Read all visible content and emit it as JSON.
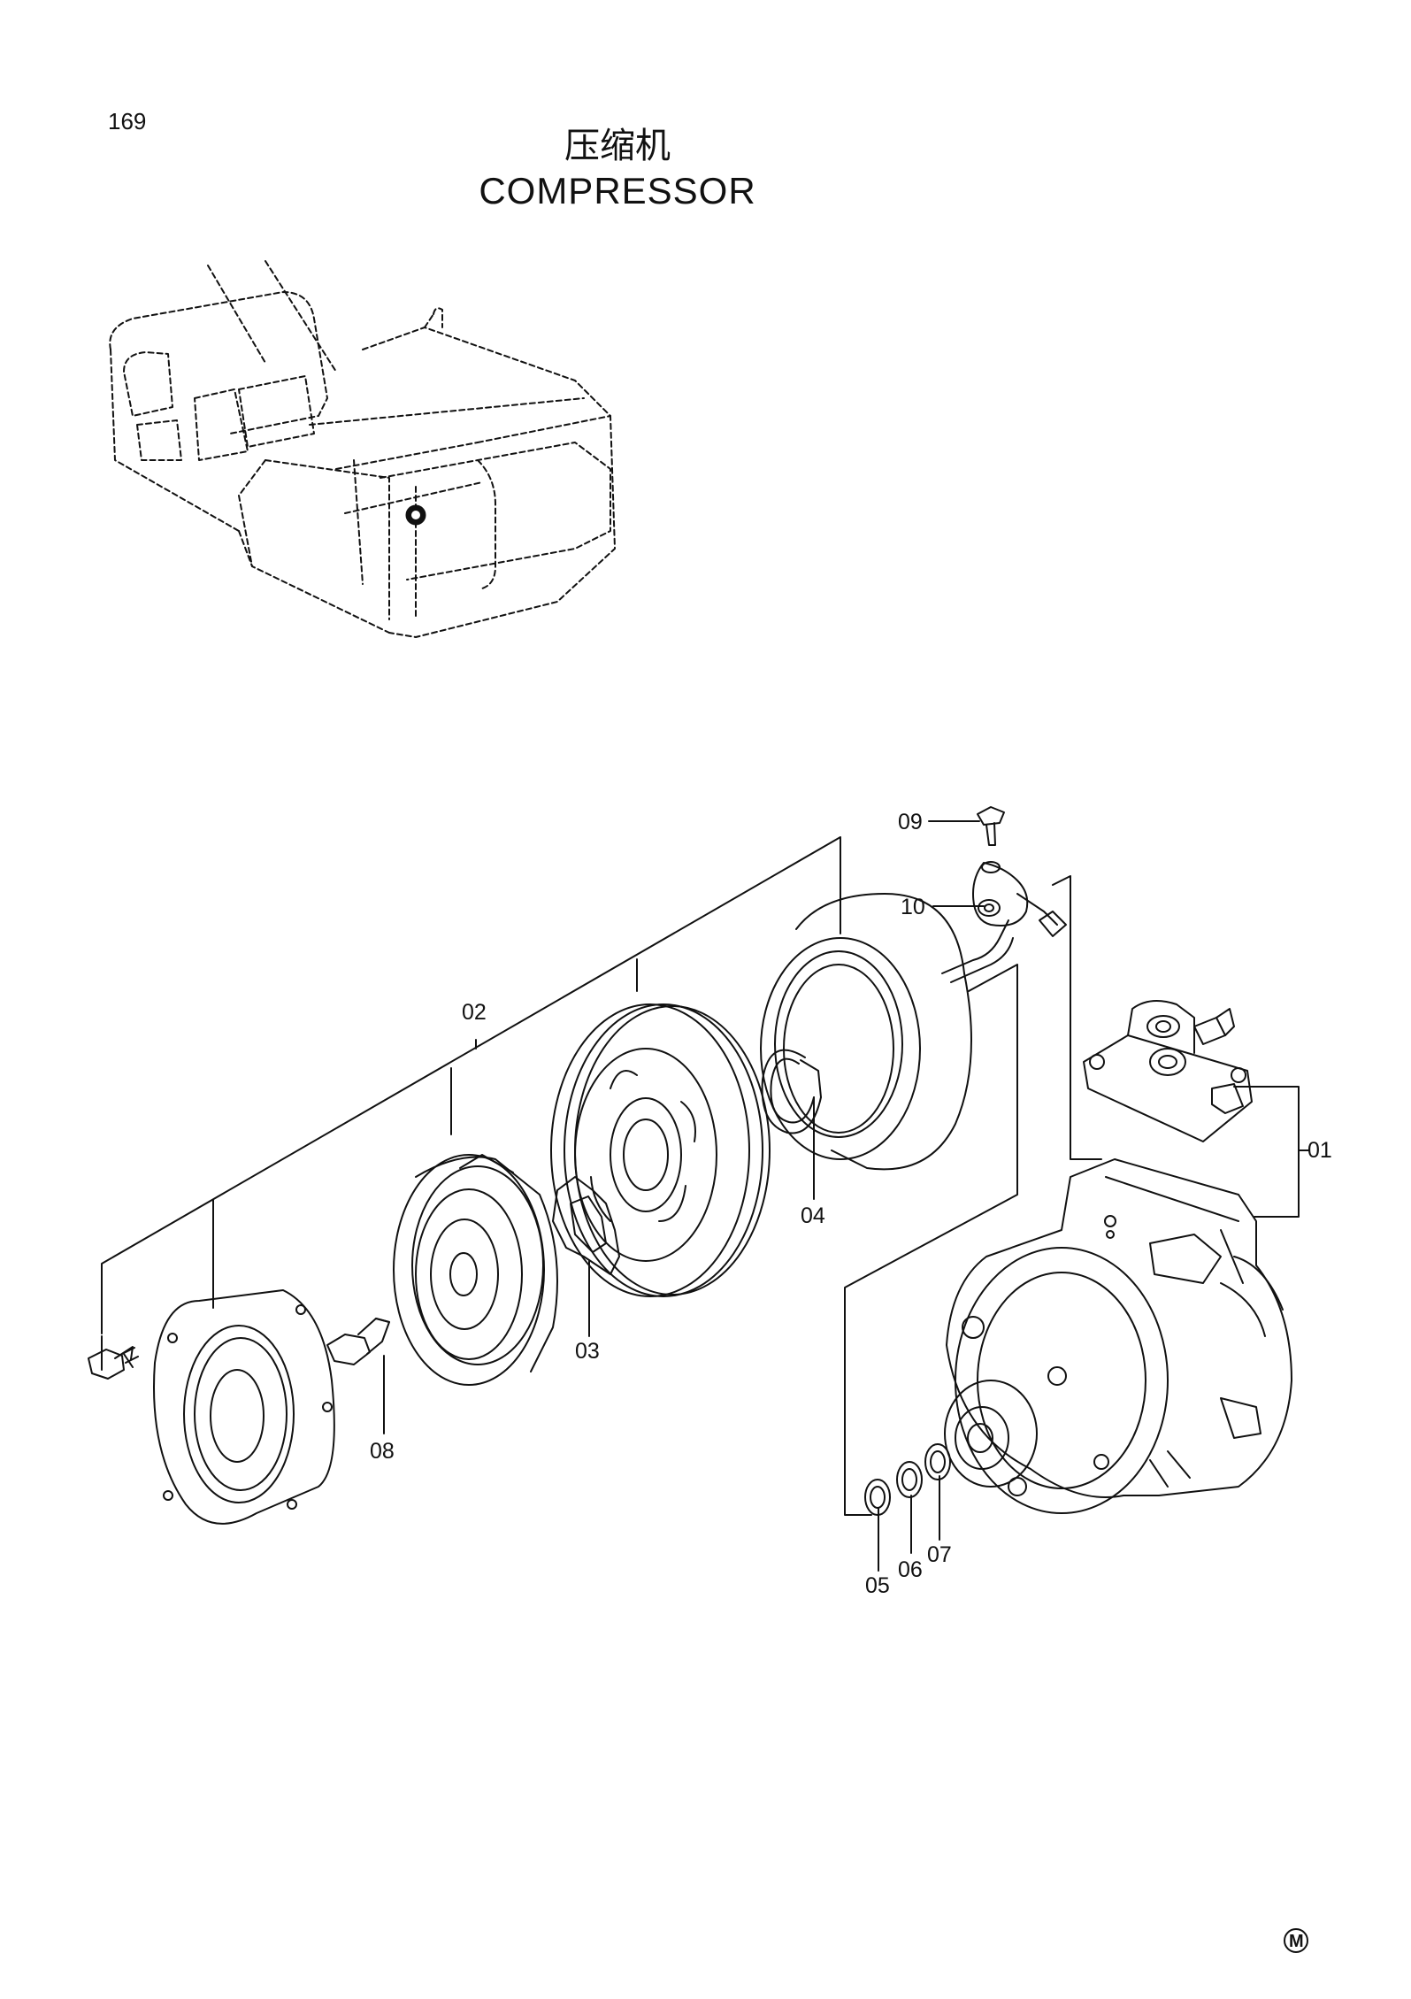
{
  "page": {
    "number": "169"
  },
  "title": {
    "cn": "压缩机",
    "en": "COMPRESSOR"
  },
  "callouts": {
    "p01": "01",
    "p02": "02",
    "p03": "03",
    "p04": "04",
    "p05": "05",
    "p06": "06",
    "p07": "07",
    "p08": "08",
    "p09": "09",
    "p10": "10"
  },
  "corner_mark": "M"
}
